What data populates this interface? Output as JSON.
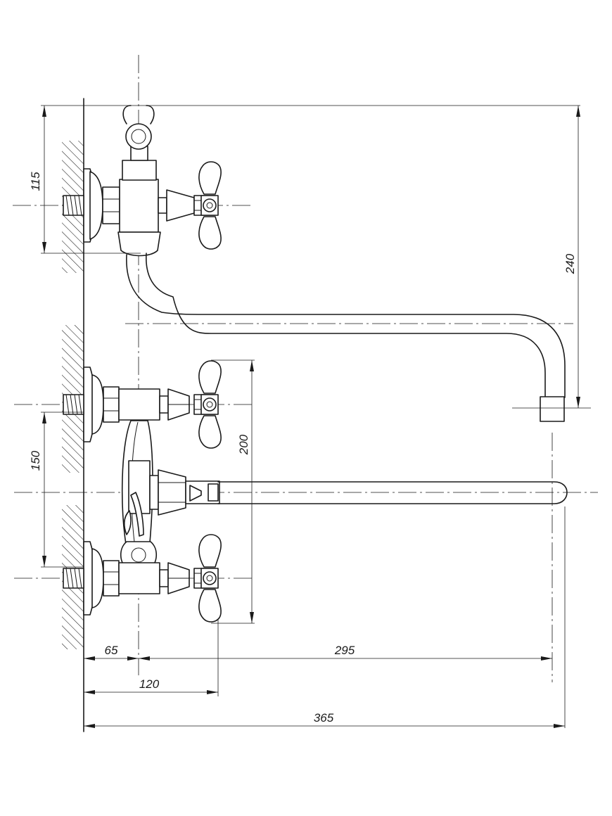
{
  "dimensions": {
    "d115": "115",
    "d240": "240",
    "d150": "150",
    "d200": "200",
    "d65": "65",
    "d295": "295",
    "d120": "120",
    "d365": "365"
  },
  "colors": {
    "line": "#1a1a1a",
    "background": "#ffffff"
  }
}
